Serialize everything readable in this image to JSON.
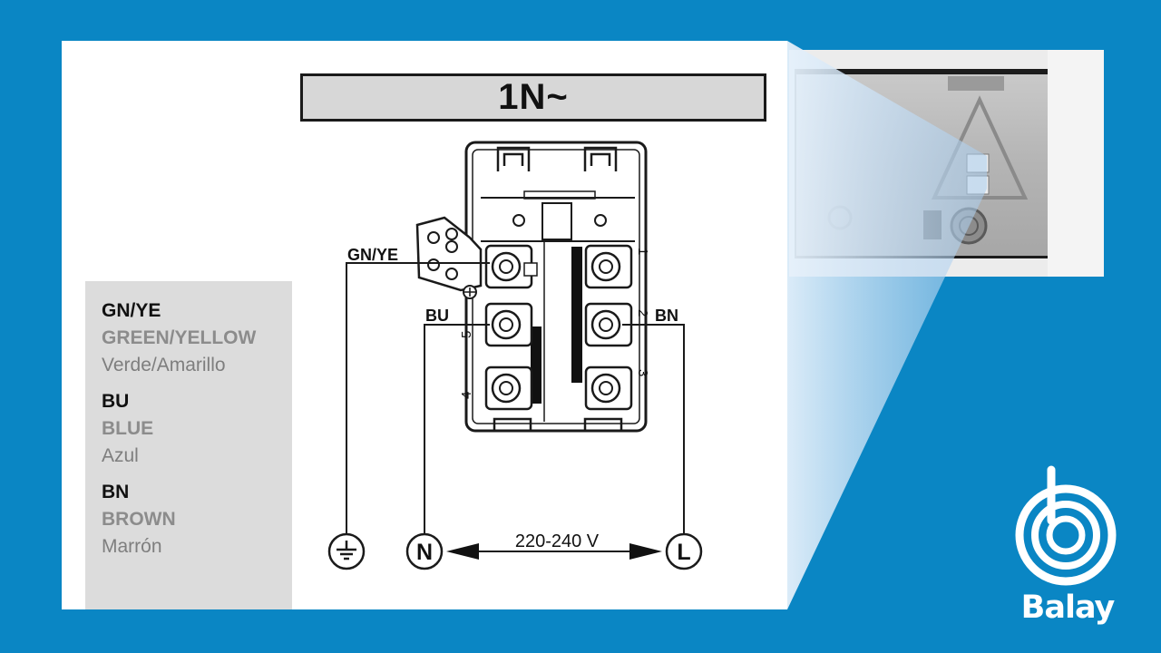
{
  "diagram": {
    "title": "1N~",
    "wire_labels": {
      "gnye": "GN/YE",
      "bu": "BU",
      "bn": "BN"
    },
    "terminal_numbers": [
      "1",
      "2",
      "3",
      "4",
      "5"
    ],
    "voltage": "220-240 V",
    "symbols": {
      "neutral": "N",
      "live": "L",
      "earth": "earth-symbol"
    }
  },
  "legend": {
    "items": [
      {
        "code": "GN/YE",
        "name": "GREEN/YELLOW",
        "local": "Verde/Amarillo"
      },
      {
        "code": "BU",
        "name": "BLUE",
        "local": "Azul"
      },
      {
        "code": "BN",
        "name": "BROWN",
        "local": "Marrón"
      }
    ]
  },
  "brand": {
    "name": "Balay"
  },
  "colors": {
    "background": "#0a86c4",
    "legend_bg": "#dcdcdc",
    "title_bg": "#d7d7d7"
  }
}
